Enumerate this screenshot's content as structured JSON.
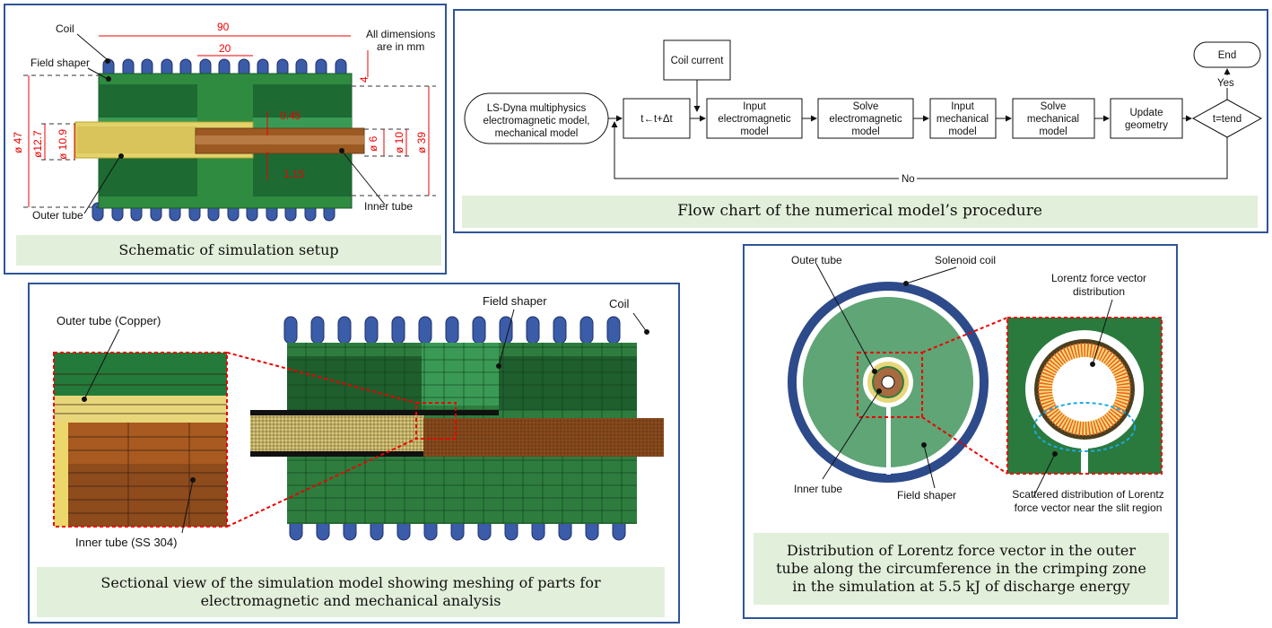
{
  "panels": {
    "schematic": {
      "caption": "Schematic of simulation setup",
      "labels": {
        "coil": "Coil",
        "field_shaper": "Field shaper",
        "outer_tube": "Outer tube",
        "inner_tube": "Inner tube",
        "units_note_line1": "All dimensions",
        "units_note_line2": "are in mm"
      },
      "dimensions": {
        "overall_length": "90",
        "gap_length": "20",
        "coil_thickness": "4",
        "d47": "ø 47",
        "d12_7": "ø12.7",
        "d10_9": "ø 10.9",
        "d6": "ø 6",
        "d10": "ø 10",
        "d39": "ø 39",
        "gap_0_45": "0.45",
        "wall_1_15": "1.15"
      }
    },
    "flowchart": {
      "caption": "Flow chart of the numerical model’s procedure",
      "nodes": {
        "start_line1": "LS-Dyna multiphysics",
        "start_line2": "electromagnetic model,",
        "start_line3": "mechanical model",
        "time_step": "t←t+Δt",
        "coil_current": "Coil current",
        "input_em_line1": "Input",
        "input_em_line2": "electromagnetic",
        "input_em_line3": "model",
        "solve_em_line1": "Solve",
        "solve_em_line2": "electromagnetic",
        "solve_em_line3": "model",
        "input_mech_line1": "Input",
        "input_mech_line2": "mechanical",
        "input_mech_line3": "model",
        "solve_mech_line1": "Solve",
        "solve_mech_line2": "mechanical",
        "solve_mech_line3": "model",
        "update_line1": "Update",
        "update_line2": "geometry",
        "decision": "t=tend",
        "end": "End",
        "yes": "Yes",
        "no": "No"
      }
    },
    "sectional": {
      "caption_line1": "Sectional view of the simulation model showing meshing of parts for",
      "caption_line2": "electromagnetic and mechanical analysis",
      "labels": {
        "outer_tube": "Outer tube (Copper)",
        "inner_tube": "Inner tube (SS 304)",
        "field_shaper": "Field shaper",
        "coil": "Coil"
      }
    },
    "lorentz": {
      "caption_line1": "Distribution of Lorentz force vector in the outer",
      "caption_line2": "tube along the circumference in the crimping zone",
      "caption_line3": "in the simulation at 5.5 kJ of discharge energy",
      "labels": {
        "outer_tube": "Outer tube",
        "solenoid_coil": "Solenoid coil",
        "inner_tube": "Inner tube",
        "field_shaper": "Field shaper",
        "lfv_line1": "Lorentz force vector",
        "lfv_line2": "distribution",
        "scatter_line1": "Scattered distribution of Lorentz",
        "scatter_line2": "force vector near the slit region"
      }
    }
  },
  "colors": {
    "panel_border": "#2f5597",
    "caption_bg": "#e2efda",
    "field_shaper": "#2e7d3e",
    "coil": "#3b5ca8",
    "outer_tube": "#e8d680",
    "inner_tube": "#9c5a22",
    "dimension": "#e00000"
  }
}
